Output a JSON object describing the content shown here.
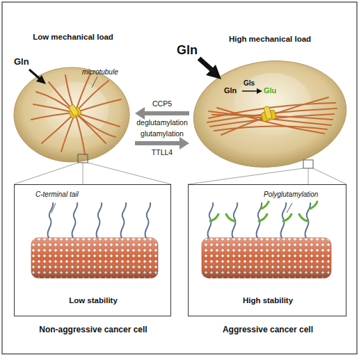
{
  "diagram": {
    "nodes": [
      {
        "text": [
          "Low mechanical load"
        ]
      },
      {
        "text": [
          "High mechanical load"
        ]
      },
      {
        "text": [
          "C-terminal tail",
          "Low stability",
          "Non-aggressive cancer cell"
        ]
      },
      {
        "text": [
          "Polyglutamylation",
          "High stability",
          "Aggressive cancer cell"
        ]
      }
    ],
    "edges": [
      {
        "from": 1,
        "to": 0,
        "label": "CCP5",
        "arrow": "to"
      },
      {
        "from": 0,
        "to": 1,
        "label": "glutamylation",
        "arrow": "to"
      },
      {
        "from": 0,
        "to": 2,
        "arrow": "none"
      },
      {
        "from": 1,
        "to": 3,
        "arrow": "none"
      }
    ],
    "labels": [
      "Gln",
      "microtubule",
      "Gln",
      "Gln",
      "Gls",
      "Glu",
      "deglutamylation",
      "TTLL4"
    ]
  }
}
